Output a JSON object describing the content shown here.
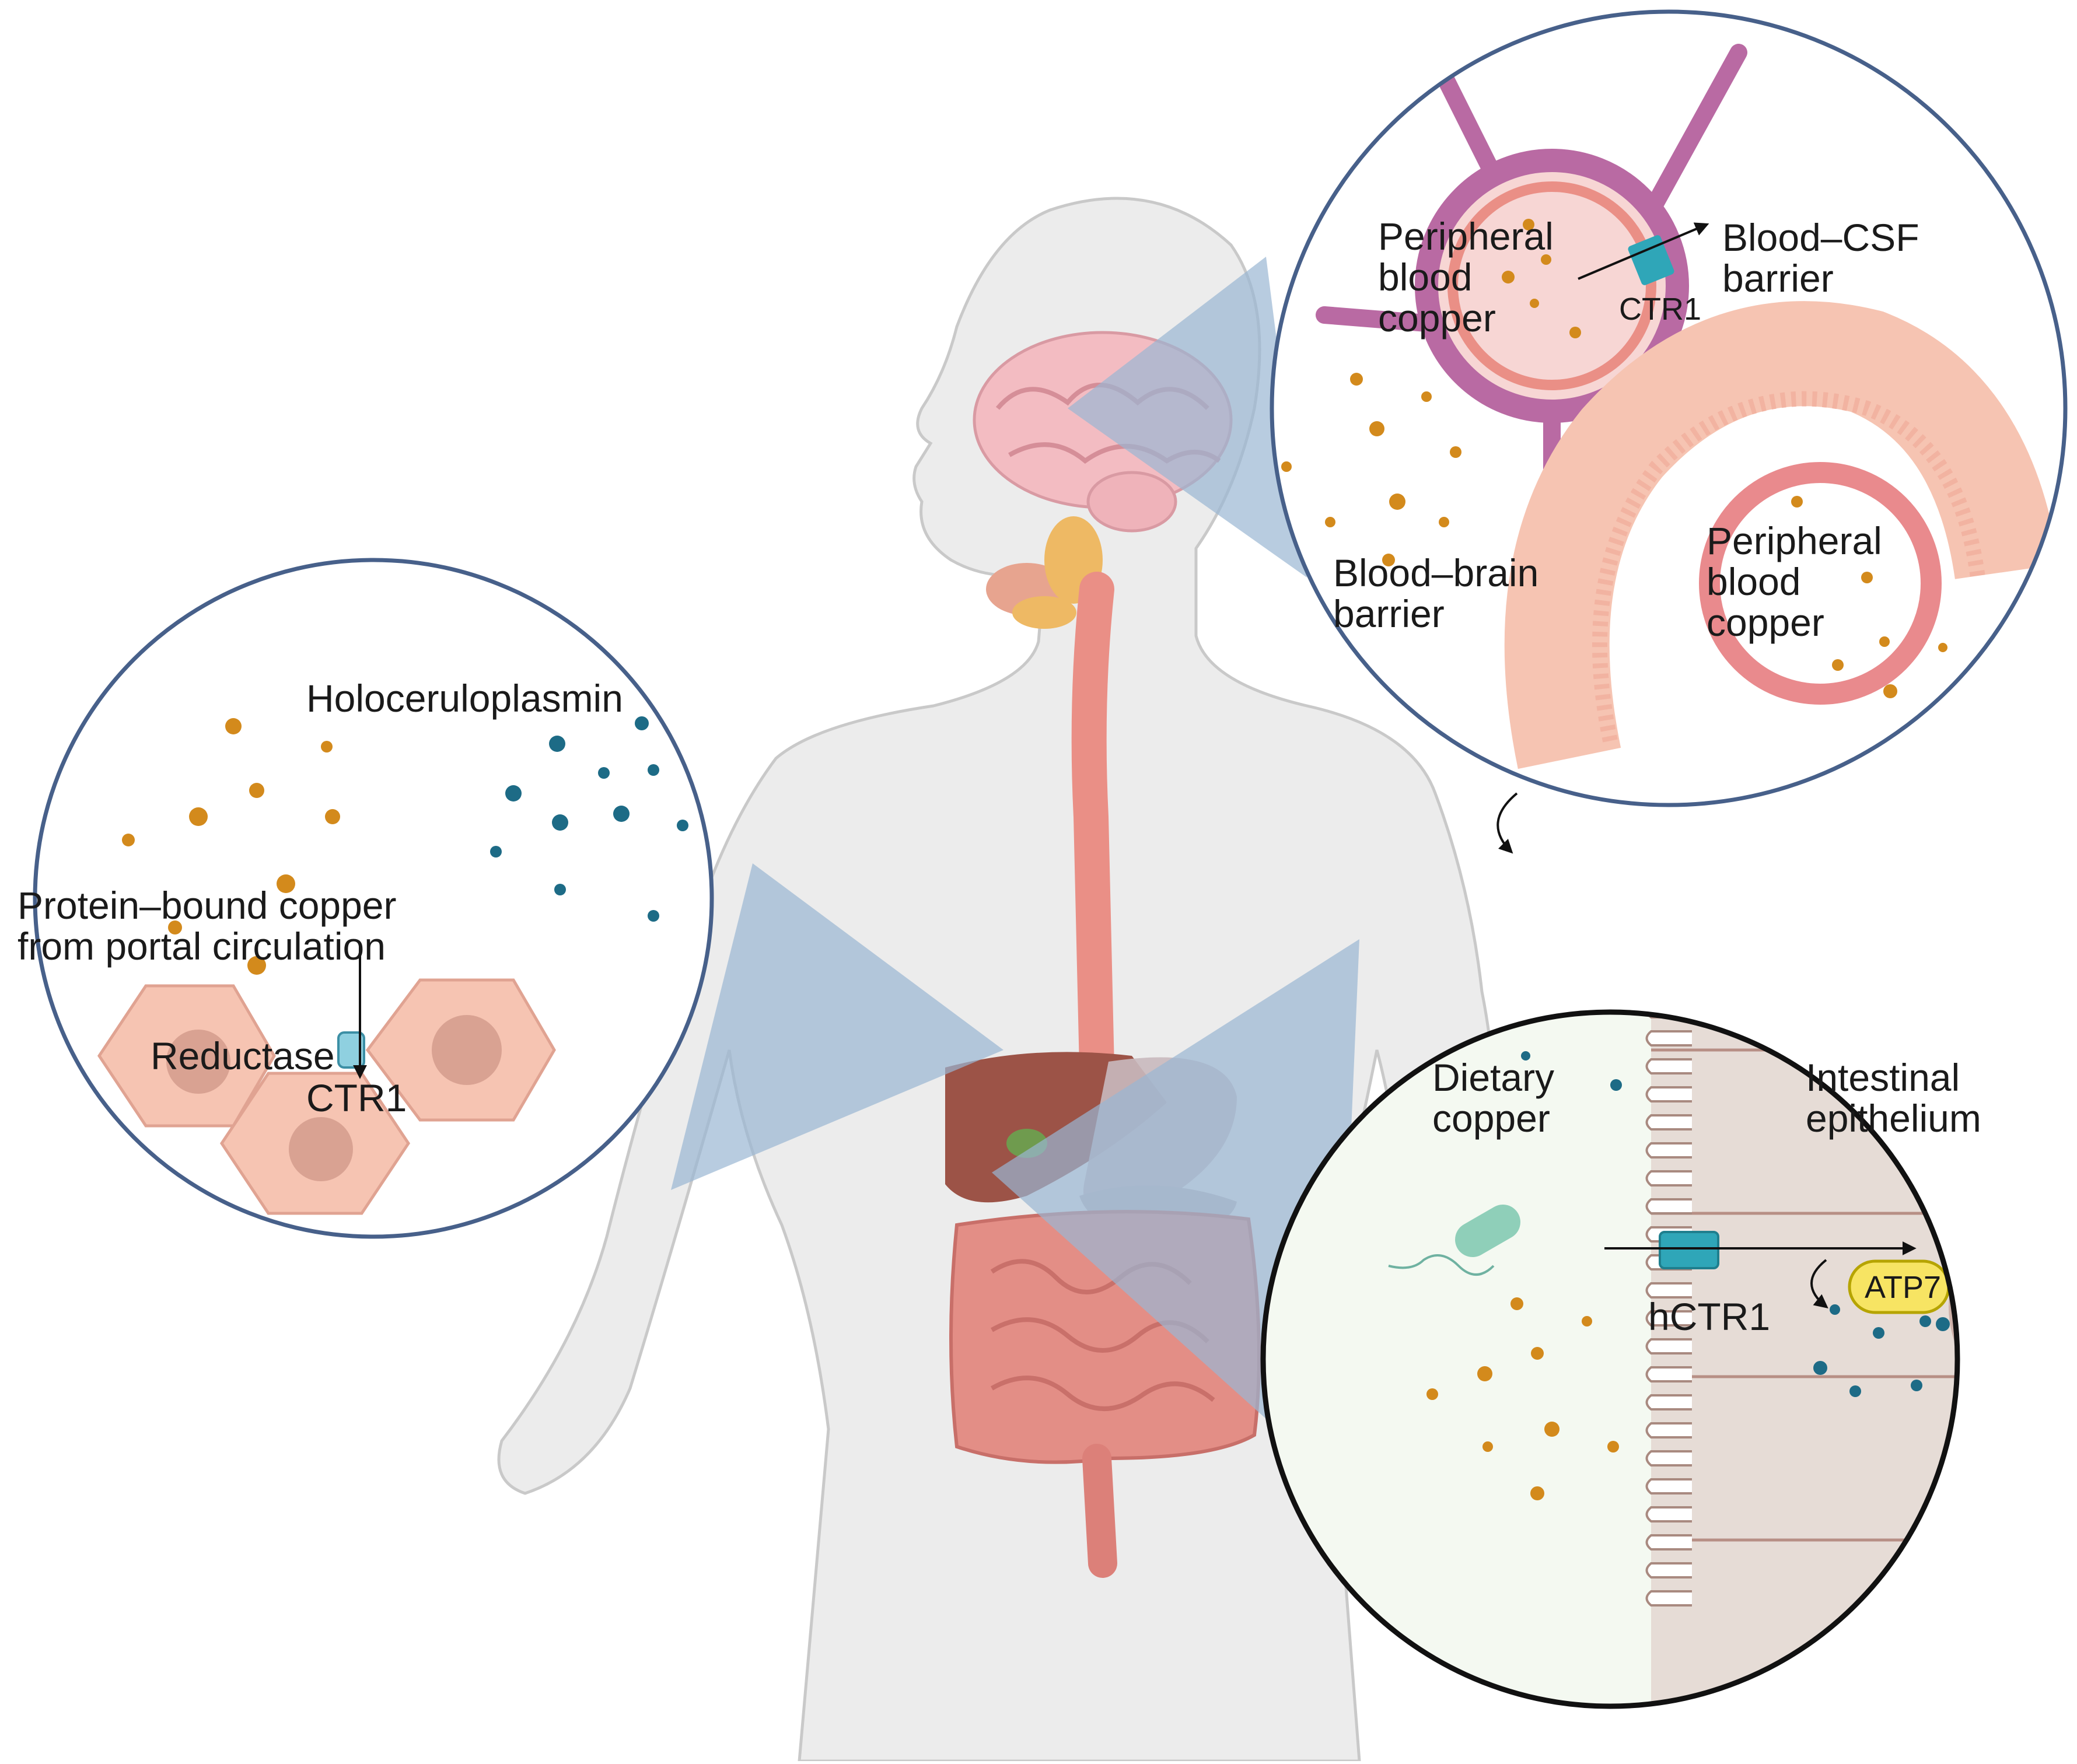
{
  "colors": {
    "circle_border_blue": "#47608a",
    "circle_border_black": "#111111",
    "copper_dot": "#d38a1c",
    "holoceruloplasmin_dot": "#1d6b86",
    "transporter": "#2fa6b8",
    "atp7_fill": "#f7e463",
    "projection": "#9ab7d3",
    "vessel_purple": "#b96aa3",
    "cell_pink": "#f6c4b2",
    "body": "#ececec"
  },
  "liver_panel": {
    "holoceruloplasmin": "Holoceruloplasmin",
    "protein_bound": [
      "Protein–bound copper",
      "from portal circulation"
    ],
    "reductase": "Reductase",
    "ctr1": "CTR1"
  },
  "brain_panel": {
    "peripheral_blood_copper_top": [
      "Peripheral",
      "blood",
      "copper"
    ],
    "ctr1": "CTR1",
    "blood_csf_barrier": [
      "Blood–CSF",
      "barrier"
    ],
    "blood_brain_barrier": [
      "Blood–brain",
      "barrier"
    ],
    "peripheral_blood_copper_bottom": [
      "Peripheral",
      "blood",
      "copper"
    ]
  },
  "intestine_panel": {
    "dietary_copper": [
      "Dietary",
      "copper"
    ],
    "intestinal_epithelium": [
      "Intestinal",
      "epithelium"
    ],
    "hctr1": "hCTR1",
    "atp7": "ATP7"
  },
  "icons": [
    "copper-ion-icon",
    "holoceruloplasmin-icon",
    "ctr1-transporter-icon",
    "bacterium-icon",
    "hepatocyte-icon",
    "atp7-pump-icon"
  ]
}
